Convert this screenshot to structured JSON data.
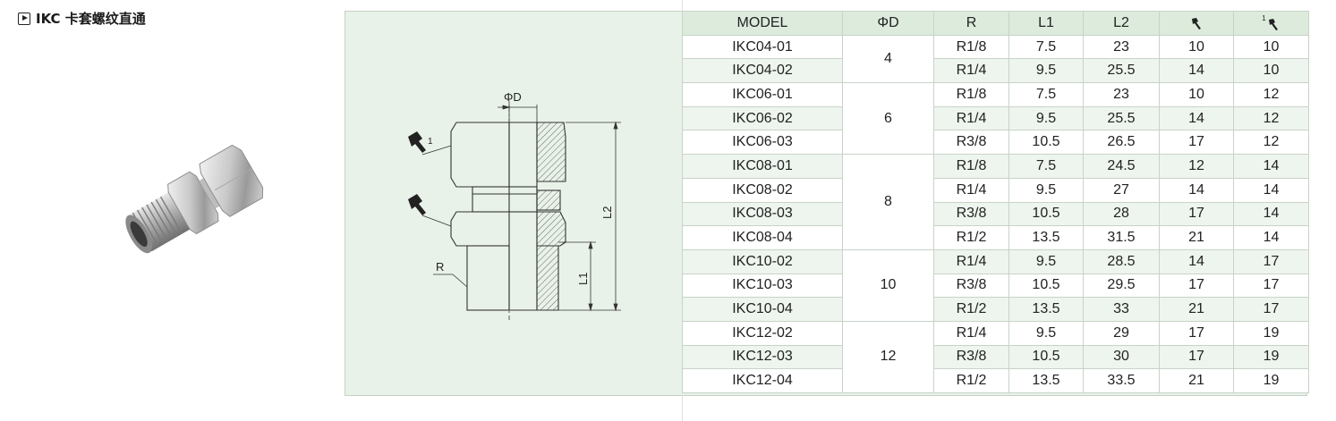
{
  "header": {
    "title": "IKC 卡套螺纹直通",
    "icon": "play-square-icon"
  },
  "drawing": {
    "label_d": "ΦD",
    "label_r": "R",
    "label_l1": "L1",
    "label_l2": "L2",
    "label_h1": "1"
  },
  "table": {
    "headers": {
      "model": "MODEL",
      "d": "ΦD",
      "r": "R",
      "l1": "L1",
      "l2": "L2",
      "h1": "wrench-icon",
      "h2_sup": "1"
    },
    "rows": [
      {
        "model": "IKC04-01",
        "d": "4",
        "r": "R1/8",
        "l1": "7.5",
        "l2": "23",
        "h1": "10",
        "h2": "10"
      },
      {
        "model": "IKC04-02",
        "r": "R1/4",
        "l1": "9.5",
        "l2": "25.5",
        "h1": "14",
        "h2": "10"
      },
      {
        "model": "IKC06-01",
        "d": "6",
        "r": "R1/8",
        "l1": "7.5",
        "l2": "23",
        "h1": "10",
        "h2": "12"
      },
      {
        "model": "IKC06-02",
        "r": "R1/4",
        "l1": "9.5",
        "l2": "25.5",
        "h1": "14",
        "h2": "12"
      },
      {
        "model": "IKC06-03",
        "r": "R3/8",
        "l1": "10.5",
        "l2": "26.5",
        "h1": "17",
        "h2": "12"
      },
      {
        "model": "IKC08-01",
        "d": "8",
        "r": "R1/8",
        "l1": "7.5",
        "l2": "24.5",
        "h1": "12",
        "h2": "14"
      },
      {
        "model": "IKC08-02",
        "r": "R1/4",
        "l1": "9.5",
        "l2": "27",
        "h1": "14",
        "h2": "14"
      },
      {
        "model": "IKC08-03",
        "r": "R3/8",
        "l1": "10.5",
        "l2": "28",
        "h1": "17",
        "h2": "14"
      },
      {
        "model": "IKC08-04",
        "r": "R1/2",
        "l1": "13.5",
        "l2": "31.5",
        "h1": "21",
        "h2": "14"
      },
      {
        "model": "IKC10-02",
        "d": "10",
        "r": "R1/4",
        "l1": "9.5",
        "l2": "28.5",
        "h1": "14",
        "h2": "17"
      },
      {
        "model": "IKC10-03",
        "r": "R3/8",
        "l1": "10.5",
        "l2": "29.5",
        "h1": "17",
        "h2": "17"
      },
      {
        "model": "IKC10-04",
        "r": "R1/2",
        "l1": "13.5",
        "l2": "33",
        "h1": "21",
        "h2": "17"
      },
      {
        "model": "IKC12-02",
        "d": "12",
        "r": "R1/4",
        "l1": "9.5",
        "l2": "29",
        "h1": "17",
        "h2": "19"
      },
      {
        "model": "IKC12-03",
        "r": "R3/8",
        "l1": "10.5",
        "l2": "30",
        "h1": "17",
        "h2": "19"
      },
      {
        "model": "IKC12-04",
        "r": "R1/2",
        "l1": "13.5",
        "l2": "33.5",
        "h1": "21",
        "h2": "19"
      }
    ]
  }
}
